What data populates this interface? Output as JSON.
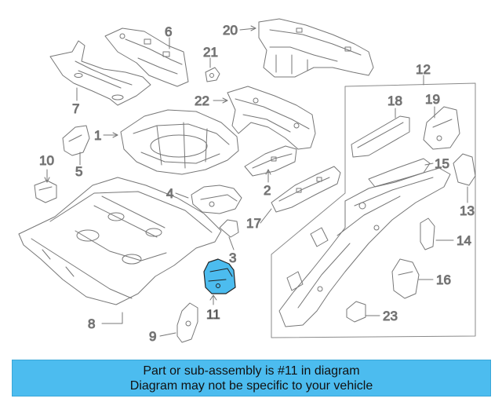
{
  "callouts": {
    "c1": "1",
    "c2": "2",
    "c3": "3",
    "c4": "4",
    "c5": "5",
    "c6": "6",
    "c7": "7",
    "c8": "8",
    "c9": "9",
    "c10": "10",
    "c11": "11",
    "c12": "12",
    "c13": "13",
    "c14": "14",
    "c15": "15",
    "c16": "16",
    "c17": "17",
    "c18": "18",
    "c19": "19",
    "c20": "20",
    "c21": "21",
    "c22": "22",
    "c23": "23"
  },
  "highlighted_part": "11",
  "colors": {
    "line": "#777777",
    "highlight_fill": "#4cbcef",
    "banner_bg": "#4cbcef",
    "text": "#111111"
  },
  "banner": {
    "line1": "Part or sub-assembly is #11 in diagram",
    "line2": "Diagram may not be specific to your vehicle"
  }
}
